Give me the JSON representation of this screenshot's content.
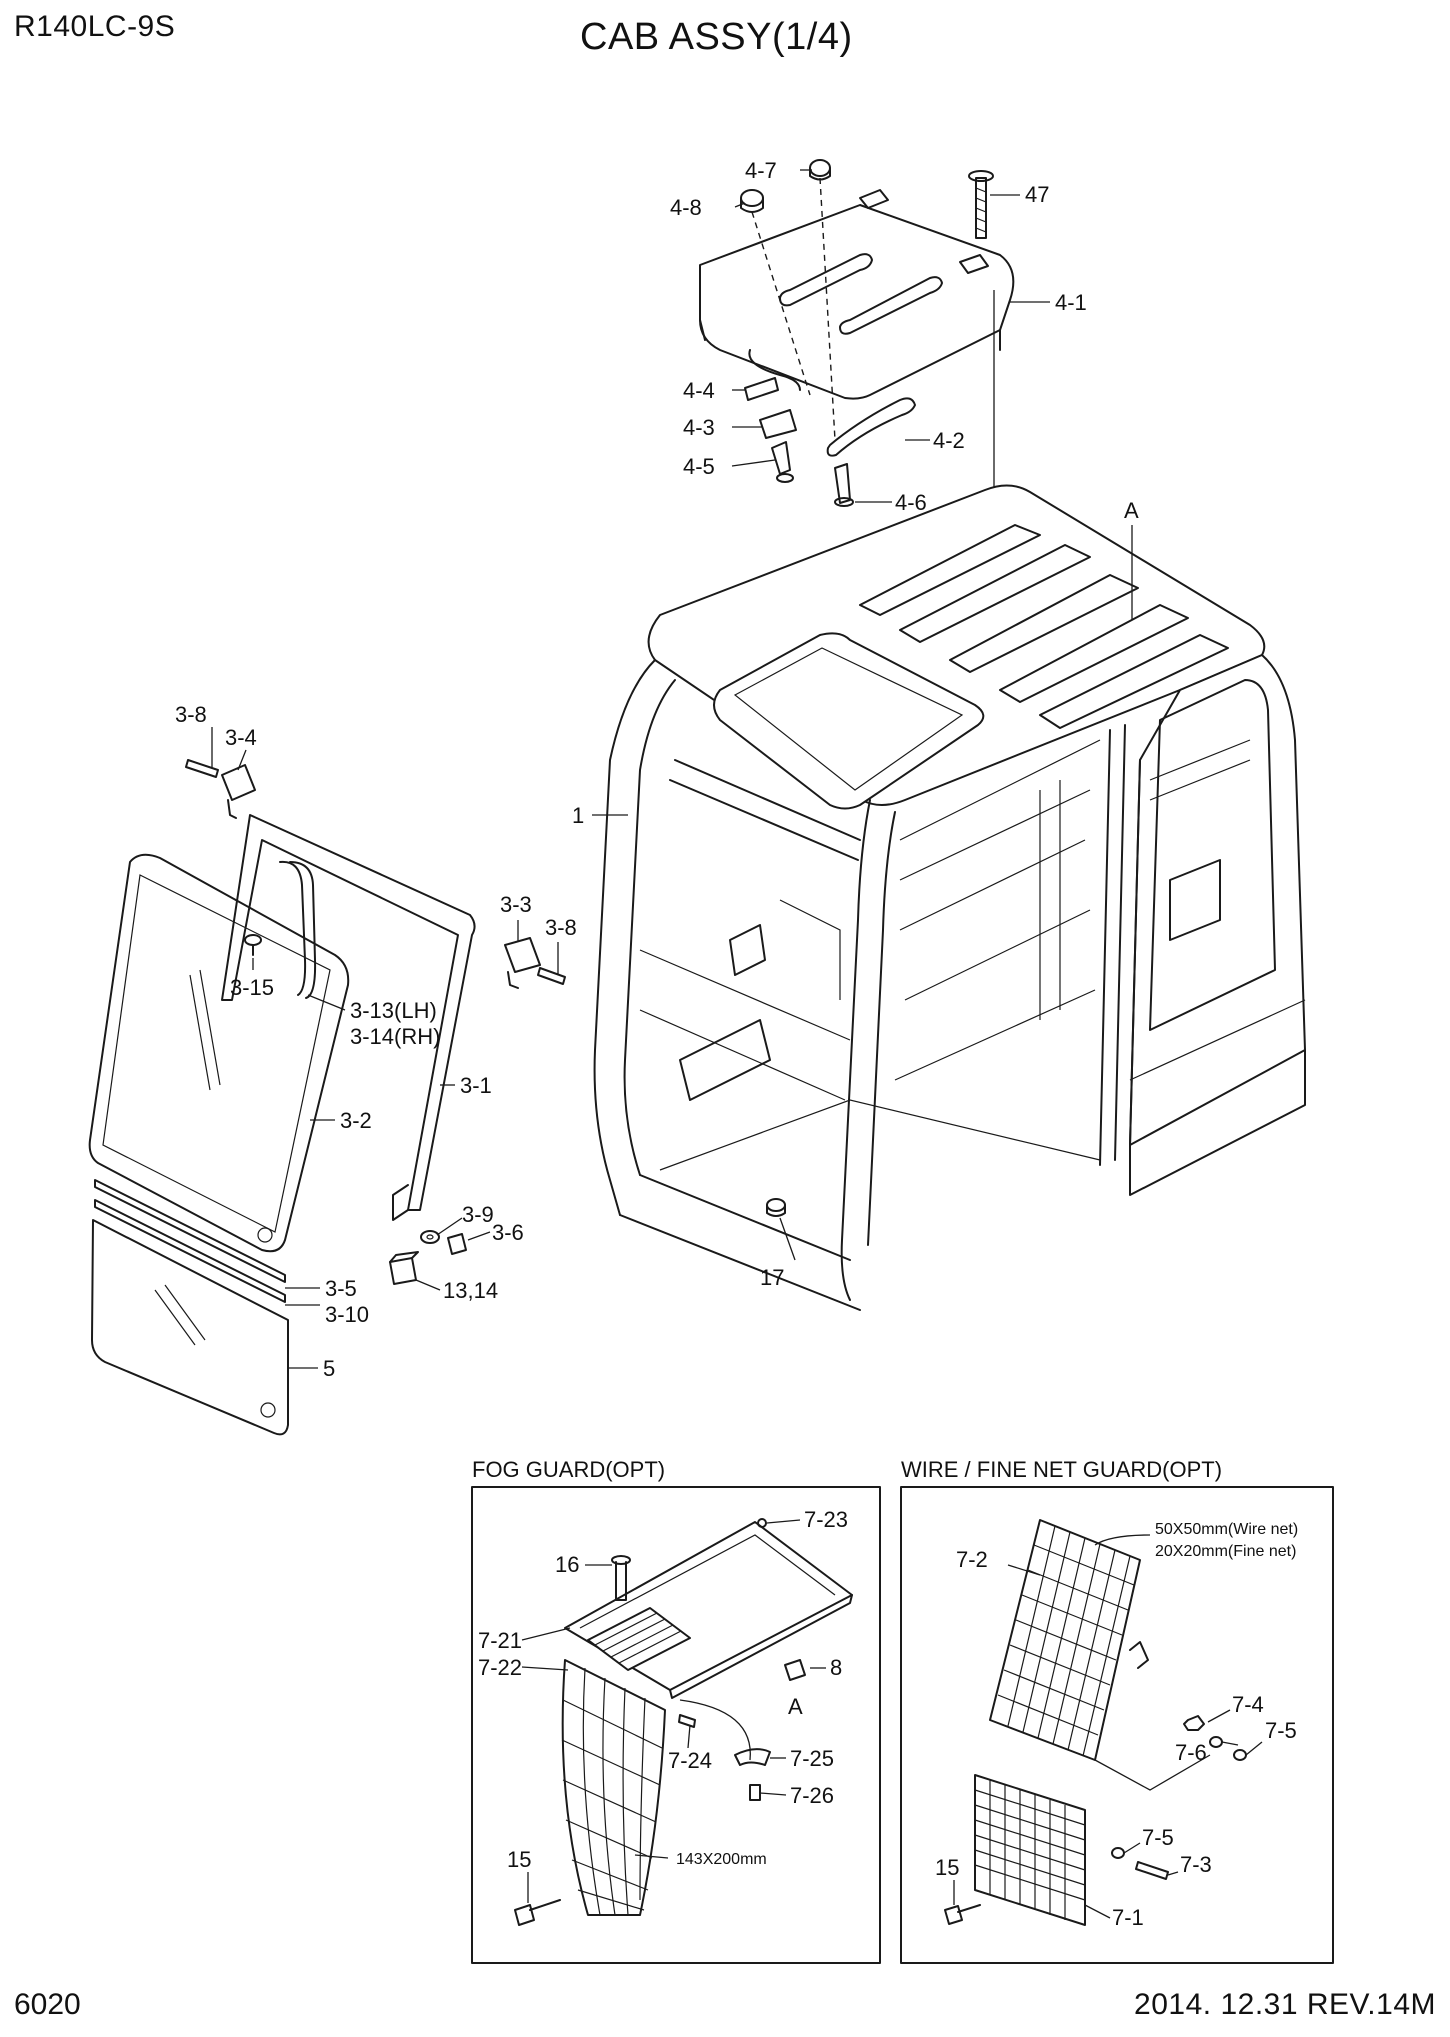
{
  "header": {
    "model": "R140LC-9S",
    "title": "CAB ASSY(1/4)"
  },
  "footer": {
    "page_number": "6020",
    "revision": "2014. 12.31  REV.14M"
  },
  "main_labels": {
    "l_4_7": "4-7",
    "l_4_8": "4-8",
    "l_47": "47",
    "l_4_1": "4-1",
    "l_4_4": "4-4",
    "l_4_3": "4-3",
    "l_4_5": "4-5",
    "l_4_2": "4-2",
    "l_4_6": "4-6",
    "l_A": "A",
    "l_1": "1",
    "l_3_8a": "3-8",
    "l_3_4": "3-4",
    "l_3_3": "3-3",
    "l_3_8b": "3-8",
    "l_3_15": "3-15",
    "l_3_13": "3-13(LH)",
    "l_3_14": "3-14(RH)",
    "l_3_1": "3-1",
    "l_3_2": "3-2",
    "l_3_9": "3-9",
    "l_3_6": "3-6",
    "l_13_14": "13,14",
    "l_17": "17",
    "l_3_5": "3-5",
    "l_3_10": "3-10",
    "l_5": "5"
  },
  "fog_guard": {
    "title": "FOG GUARD(OPT)",
    "labels": {
      "l_7_23": "7-23",
      "l_16": "16",
      "l_7_21": "7-21",
      "l_7_22": "7-22",
      "l_8": "8",
      "l_A": "A",
      "l_7_24": "7-24",
      "l_7_25": "7-25",
      "l_7_26": "7-26",
      "l_size": "143X200mm",
      "l_15": "15"
    }
  },
  "wire_guard": {
    "title": "WIRE / FINE NET GUARD(OPT)",
    "labels": {
      "l_wire": "50X50mm(Wire net)",
      "l_fine": "20X20mm(Fine net)",
      "l_7_2": "7-2",
      "l_7_4": "7-4",
      "l_7_5a": "7-5",
      "l_7_6": "7-6",
      "l_7_5b": "7-5",
      "l_7_3": "7-3",
      "l_15": "15",
      "l_7_1": "7-1"
    }
  }
}
